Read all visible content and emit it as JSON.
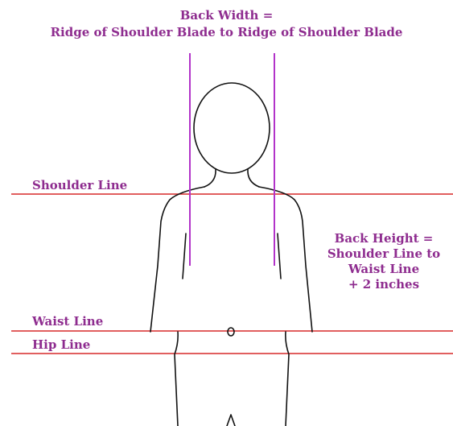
{
  "colors": {
    "purple": "#8e2c8f",
    "red": "#d72a2a",
    "violet_line": "#b233c9",
    "figure": "#111111"
  },
  "title": {
    "line1": "Back Width =",
    "line2": "Ridge of Shoulder Blade to Ridge of Shoulder Blade"
  },
  "labels": {
    "shoulder_line": "Shoulder Line",
    "waist_line": "Waist Line",
    "hip_line": "Hip Line"
  },
  "back_height_note": {
    "line1": "Back Height =",
    "line2": "Shoulder Line to",
    "line3": "Waist Line",
    "line4": "+ 2 inches"
  }
}
